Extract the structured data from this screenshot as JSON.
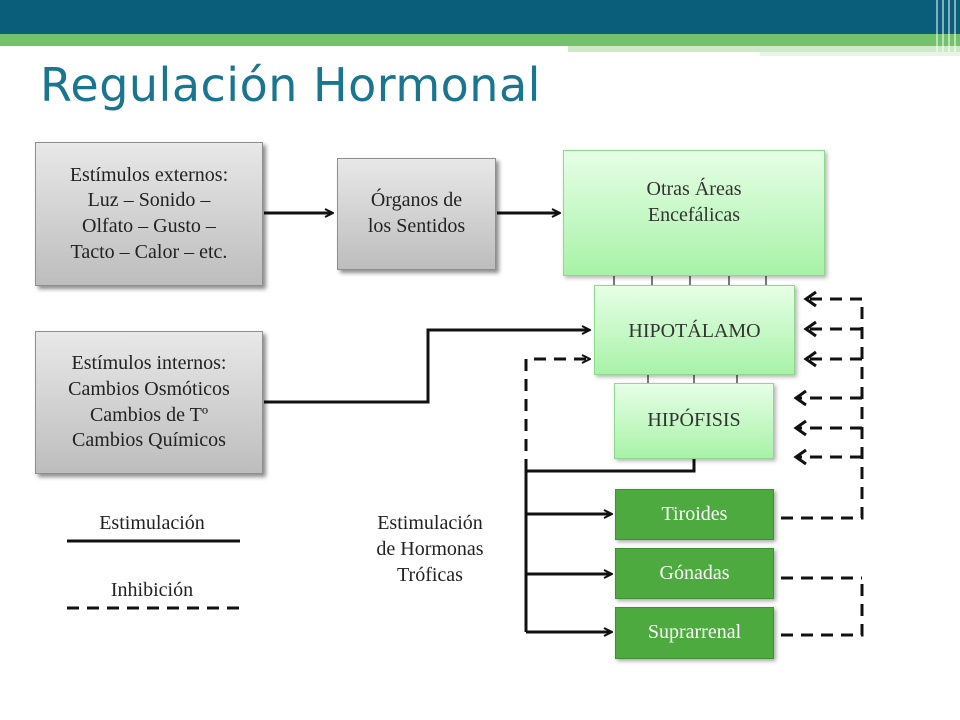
{
  "title": "Regulación Hormonal",
  "boxes": {
    "externos": [
      "Estímulos externos:",
      "Luz – Sonido –",
      "Olfato – Gusto –",
      "Tacto – Calor – etc."
    ],
    "sentidos": [
      "Órganos de",
      "los Sentidos"
    ],
    "areas": [
      "Otras Áreas",
      "Encefálicas"
    ],
    "internos": [
      "Estímulos internos:",
      "Cambios Osmóticos",
      "Cambios de Tº",
      "Cambios Químicos"
    ],
    "hipotalamo": "HIPOTÁLAMO",
    "hipofisis": "HIPÓFISIS",
    "tiroides": "Tiroides",
    "gonadas": "Gónadas",
    "suprarrenal": "Suprarrenal"
  },
  "legend": {
    "stimulation": "Estimulación",
    "inhibition": "Inhibición"
  },
  "tropic_label": [
    "Estimulación",
    "de Hormonas",
    "Tróficas"
  ],
  "colors": {
    "header": "#0b5e7a",
    "accent_stripe": "#74c16c",
    "title": "#1a7590",
    "gland_green": "#4caa3e",
    "light_green": "#a8f2a8",
    "gray_box": "#bdbdbd"
  }
}
